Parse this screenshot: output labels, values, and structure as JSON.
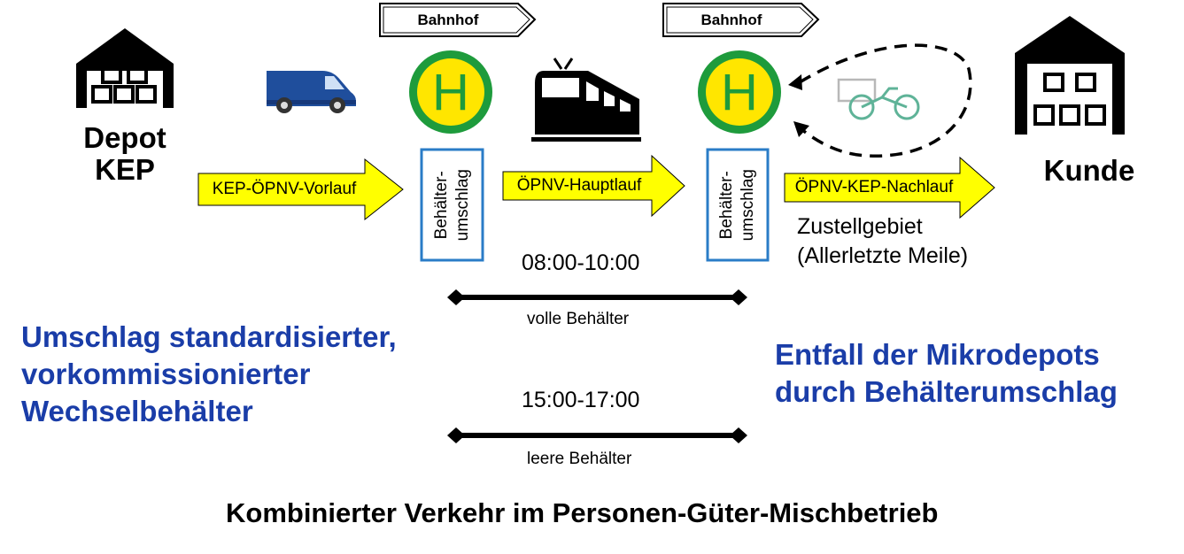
{
  "nodes": {
    "depot": "Depot\nKEP",
    "kunde": "Kunde"
  },
  "signs": {
    "left": "Bahnhof",
    "right": "Bahnhof"
  },
  "stops": {
    "left_letter": "H",
    "right_letter": "H"
  },
  "arrows": {
    "vorlauf": "KEP-ÖPNV-Vorlauf",
    "hauptlauf": "ÖPNV-Hauptlauf",
    "nachlauf": "ÖPNV-KEP-Nachlauf"
  },
  "transfer": {
    "left": "Behälter-\numschlag",
    "right": "Behälter-\numschlag"
  },
  "delivery_area": "Zustellgebiet\n(Allerletzte Meile)",
  "schedule": {
    "morning_time": "08:00-10:00",
    "morning_label": "volle Behälter",
    "afternoon_time": "15:00-17:00",
    "afternoon_label": "leere Behälter"
  },
  "notes": {
    "left": "Umschlag standardisierter,\nvorkommissionierter\nWechselbehälter",
    "right": "Entfall der Mikrodepots\ndurch Behälterumschlag"
  },
  "footer": "Kombinierter Verkehr im Personen-Güter-Mischbetrieb",
  "colors": {
    "arrow_fill": "#ffff00",
    "stop_ring": "#1e9b3c",
    "stop_fill": "#ffe600",
    "transfer_border": "#2a7cc7",
    "van": "#1f4e9c",
    "blue_text": "#1a3da8",
    "bike": "#5fb398"
  }
}
